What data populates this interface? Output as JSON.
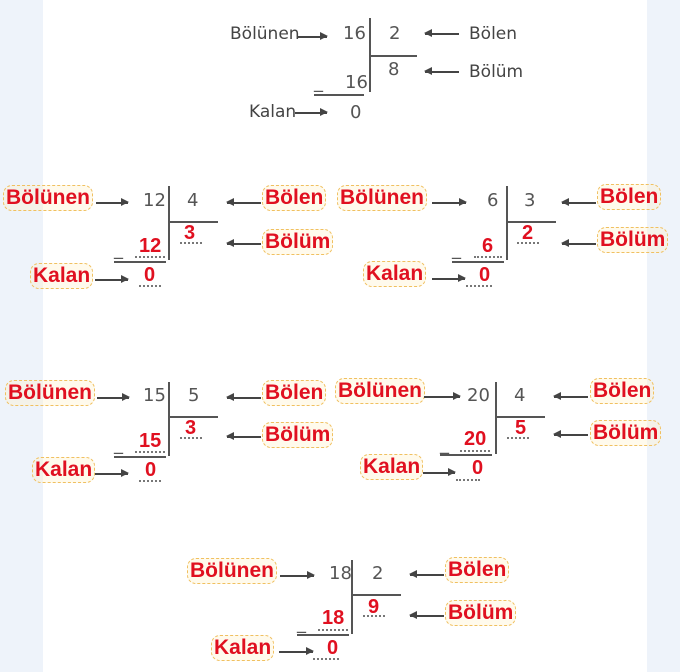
{
  "example": {
    "dividend_label": "Bölünen",
    "divisor_label": "Bölen",
    "quotient_label": "Bölüm",
    "remainder_label": "Kalan",
    "dividend": "16",
    "divisor": "2",
    "quotient": "8",
    "subtrahend": "16",
    "remainder": "0",
    "minus": "_"
  },
  "exercises": [
    {
      "dividend_label": "Bölünen",
      "divisor_label": "Bölen",
      "quotient_label": "Bölüm",
      "remainder_label": "Kalan",
      "dividend": "12",
      "divisor": "4",
      "quotient": "3",
      "subtrahend": "12",
      "remainder": "0",
      "minus": "_"
    },
    {
      "dividend_label": "Bölünen",
      "divisor_label": "Bölen",
      "quotient_label": "Bölüm",
      "remainder_label": "Kalan",
      "dividend": "6",
      "divisor": "3",
      "quotient": "2",
      "subtrahend": "6",
      "remainder": "0",
      "minus": "_"
    },
    {
      "dividend_label": "Bölünen",
      "divisor_label": "Bölen",
      "quotient_label": "Bölüm",
      "remainder_label": "Kalan",
      "dividend": "15",
      "divisor": "5",
      "quotient": "3",
      "subtrahend": "15",
      "remainder": "0",
      "minus": "_"
    },
    {
      "dividend_label": "Bölünen",
      "divisor_label": "Bölen",
      "quotient_label": "Bölüm",
      "remainder_label": "Kalan",
      "dividend": "20",
      "divisor": "4",
      "quotient": "5",
      "subtrahend": "20",
      "remainder": "0",
      "minus": "_"
    },
    {
      "dividend_label": "Bölünen",
      "divisor_label": "Bölen",
      "quotient_label": "Bölüm",
      "remainder_label": "Kalan",
      "dividend": "18",
      "divisor": "2",
      "quotient": "9",
      "subtrahend": "18",
      "remainder": "0",
      "minus": "_"
    }
  ],
  "colors": {
    "answer": "#e01020",
    "highlight": "#f0c060",
    "background": "#eef3fa",
    "sheet": "#ffffff"
  }
}
